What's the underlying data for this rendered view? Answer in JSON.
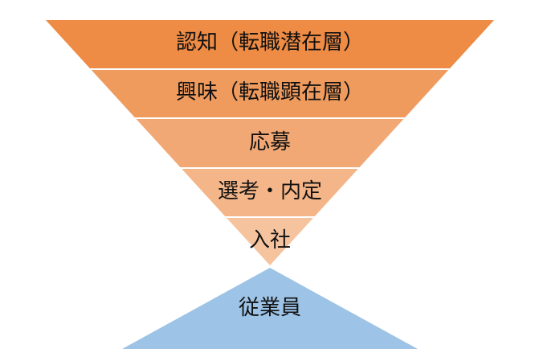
{
  "funnel": {
    "layers": [
      {
        "label": "認知（転職潜在層）",
        "color": "#EE8B45"
      },
      {
        "label": "興味（転職顕在層）",
        "color": "#F09B5E"
      },
      {
        "label": "応募",
        "color": "#F2A874"
      },
      {
        "label": "選考・内定",
        "color": "#F4B589"
      },
      {
        "label": "入社",
        "color": "#F6C39F"
      }
    ]
  },
  "employees": {
    "label": "従業員",
    "color": "#9DC3E6"
  }
}
